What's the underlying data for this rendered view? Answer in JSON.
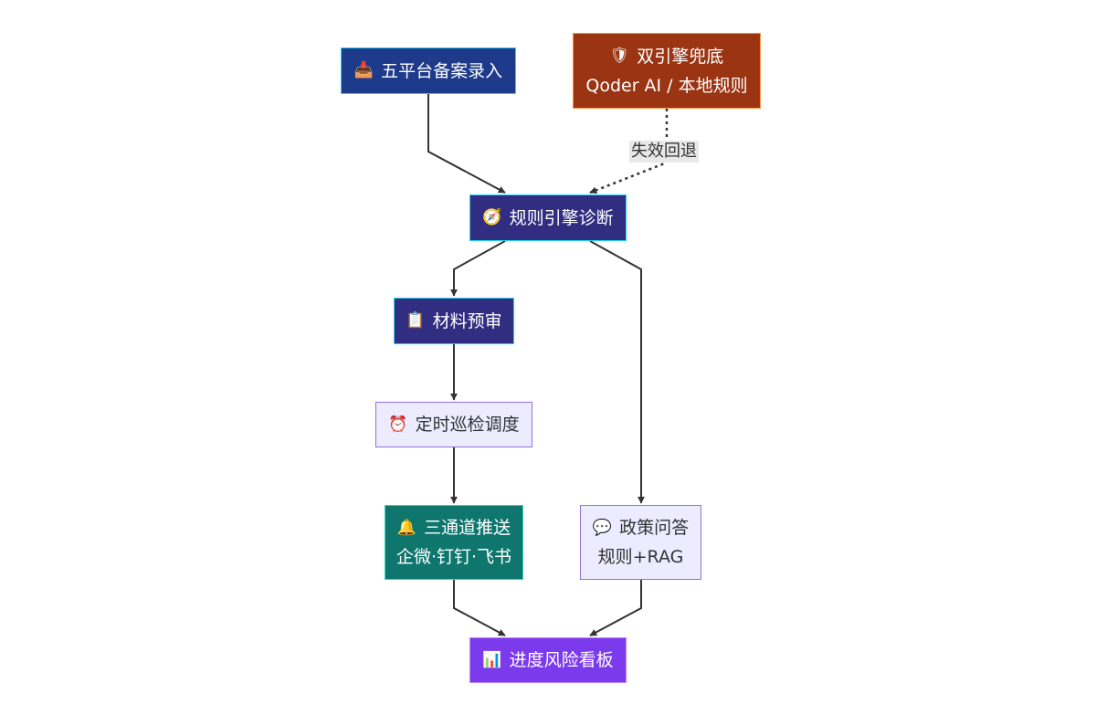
{
  "nodes": {
    "intake": {
      "icon": "inbox-tray-icon",
      "glyph": "📥",
      "line1": "五平台备案录入",
      "fill": "#1e3a8a",
      "stroke": "#22d3ee"
    },
    "fallback": {
      "icon": "shield-icon",
      "glyph": "🛡",
      "line1": "双引擎兜底",
      "line2": "Qoder AI / 本地规则",
      "fill": "#9a3412",
      "stroke": "#fb923c"
    },
    "diagnosis": {
      "icon": "compass-icon",
      "glyph": "🧭",
      "line1": "规则引擎诊断",
      "fill": "#312e81",
      "stroke": "#22d3ee"
    },
    "precheck": {
      "icon": "clipboard-icon",
      "glyph": "📋",
      "line1": "材料预审",
      "fill": "#312e81",
      "stroke": "#22d3ee"
    },
    "schedule": {
      "icon": "alarm-clock-icon",
      "glyph": "⏰",
      "line1": "定时巡检调度",
      "fill": "#ecebff",
      "stroke": "#9370db"
    },
    "push": {
      "icon": "bell-icon",
      "glyph": "🔔",
      "line1": "三通道推送",
      "line2": "企微·钉钉·飞书",
      "fill": "#0f766e",
      "stroke": "#2dd4bf"
    },
    "qa": {
      "icon": "speech-bubble-icon",
      "glyph": "💬",
      "line1": "政策问答",
      "line2": "规则+RAG",
      "fill": "#ecebff",
      "stroke": "#9370db"
    },
    "dashboard": {
      "icon": "bar-chart-icon",
      "glyph": "📊",
      "line1": "进度风险看板",
      "fill": "#7c3aed",
      "stroke": "#c084fc"
    }
  },
  "edges": {
    "fallback_to_diagnosis_label": "失效回退"
  },
  "colors": {
    "edge": "#333333"
  }
}
